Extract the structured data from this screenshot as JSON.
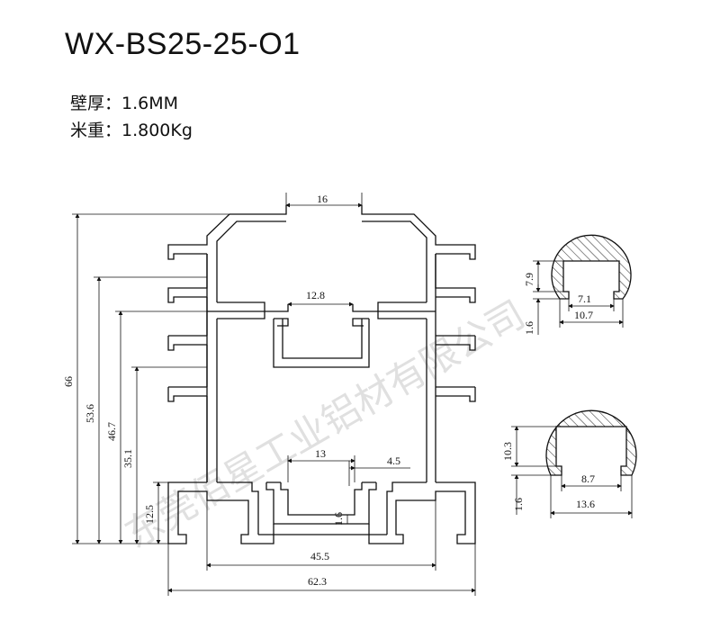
{
  "title": "WX-BS25-25-O1",
  "specs": {
    "wall_thickness": "壁厚：1.6MM",
    "weight_per_meter": "米重：1.800Kg"
  },
  "main_profile": {
    "top_slot_width": "16",
    "height_total": "66",
    "height_53_6": "53.6",
    "height_46_7": "46.7",
    "height_35_1": "35.1",
    "height_12_5": "12.5",
    "upper_channel_width": "12.8",
    "lower_channel_width": "13",
    "lower_lip_width": "4.5",
    "lower_wall": "1.6",
    "inner_width": "45.5",
    "overall_width": "62.3"
  },
  "section_small": {
    "height": "7.9",
    "opening": "7.1",
    "width": "10.7",
    "wall": "1.6"
  },
  "section_large": {
    "height": "10.3",
    "opening": "8.7",
    "width": "13.6",
    "wall": "1.6"
  },
  "watermark": "东莞佰星工业铝材有限公司"
}
